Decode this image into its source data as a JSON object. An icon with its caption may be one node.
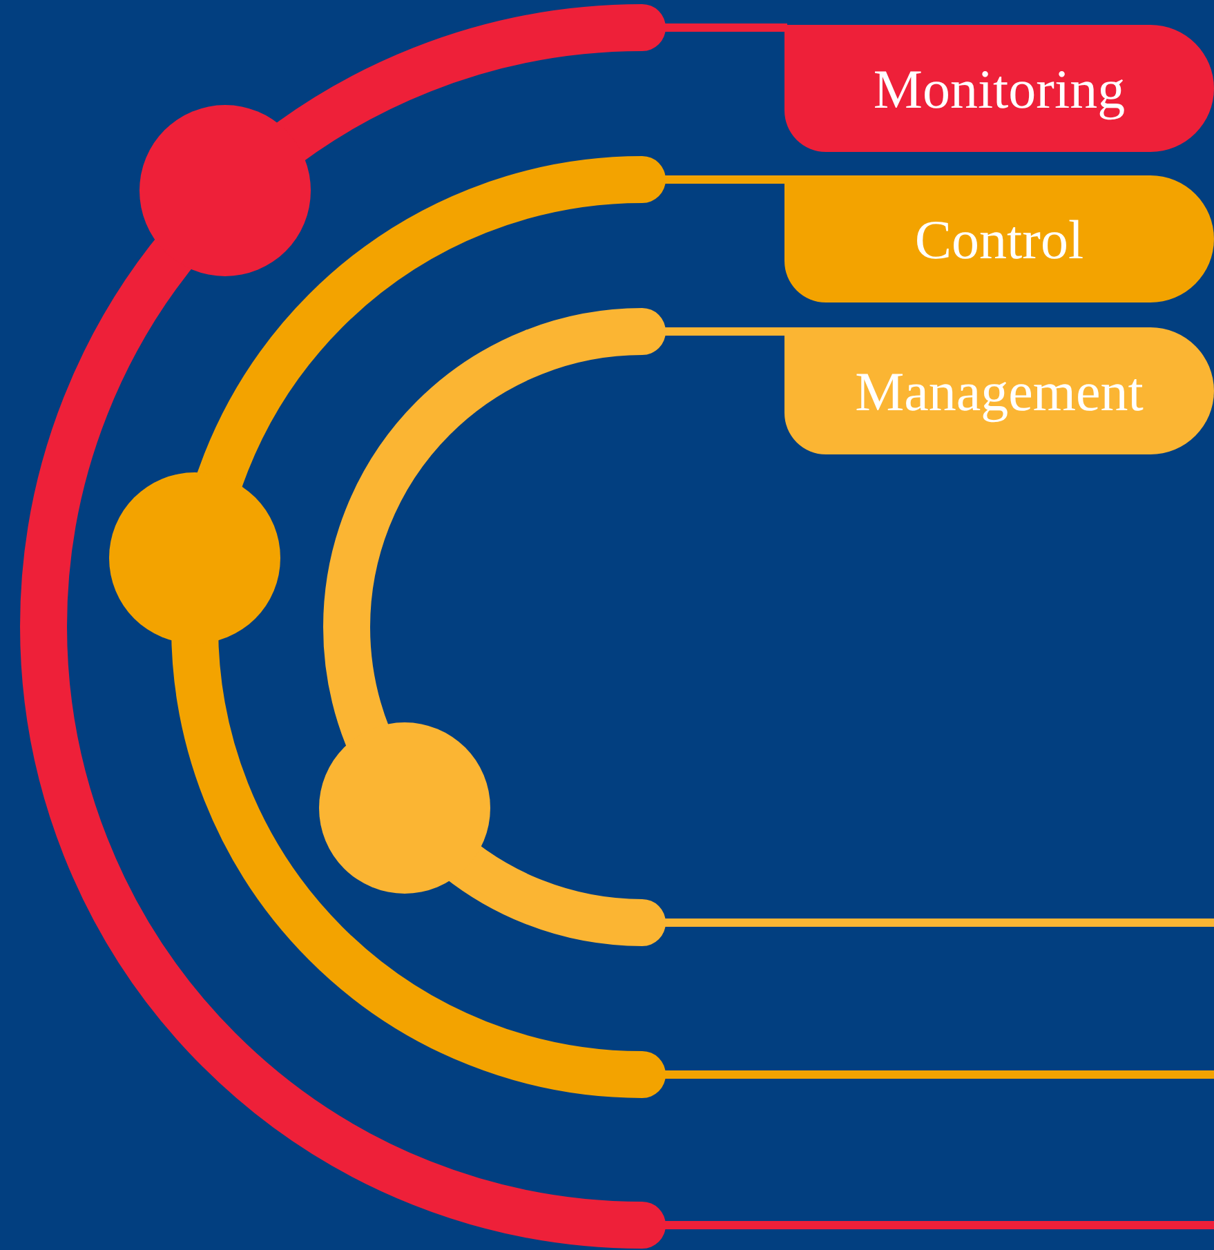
{
  "diagram": {
    "nodes": [
      {
        "text": [
          "Monitoring"
        ]
      },
      {
        "text": [
          "Control"
        ]
      },
      {
        "text": [
          "Management"
        ]
      }
    ]
  }
}
